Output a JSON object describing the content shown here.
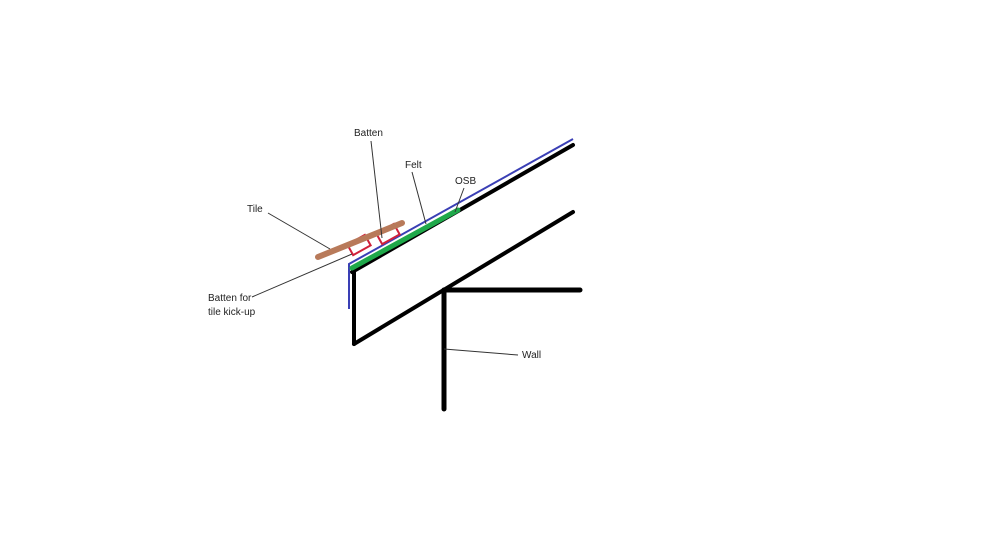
{
  "labels": {
    "batten": "Batten",
    "felt": "Felt",
    "osb": "OSB",
    "tile": "Tile",
    "batten_kickup_line1": "Batten for",
    "batten_kickup_line2": "tile kick-up",
    "wall": "Wall"
  },
  "colors": {
    "structure": "#000000",
    "felt": "#3a3fb5",
    "osb": "#1fa84a",
    "tile": "#b87a5a",
    "batten": "#d0203a",
    "leader": "#333333"
  }
}
